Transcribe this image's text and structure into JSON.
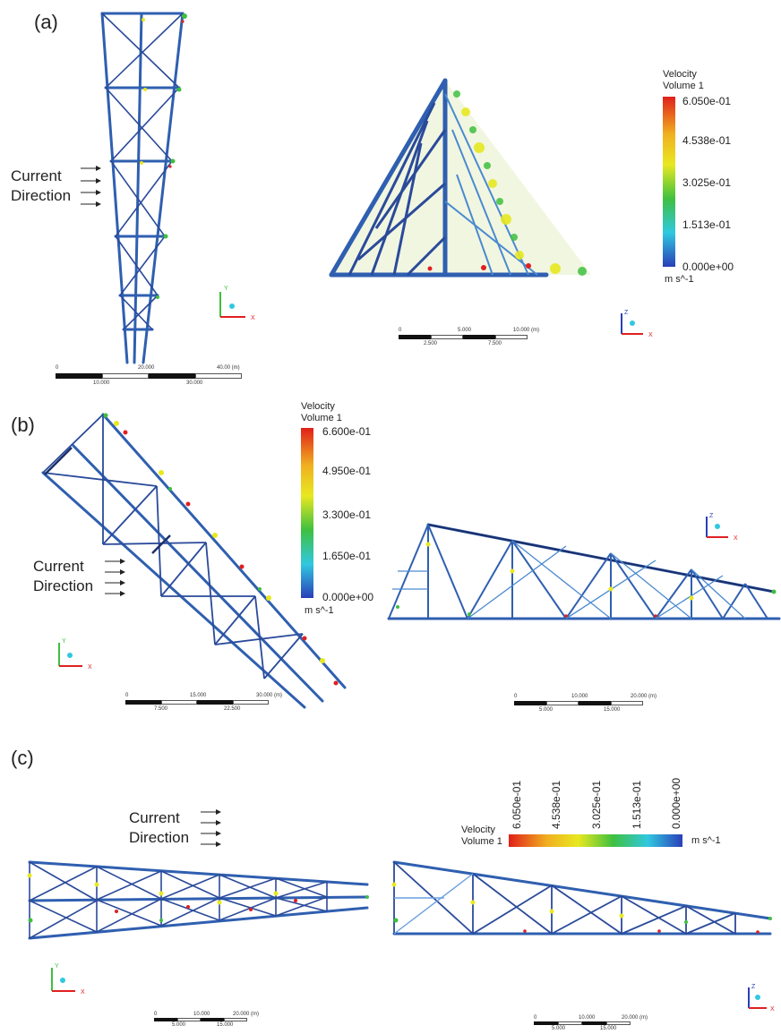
{
  "panels": {
    "a": {
      "label": "(a)"
    },
    "b": {
      "label": "(b)"
    },
    "c": {
      "label": "(c)"
    }
  },
  "current": {
    "line1": "Current",
    "line2": "Direction"
  },
  "legends": {
    "a": {
      "title1": "Velocity",
      "title2": "Volume 1",
      "ticks": [
        "6.050e-01",
        "4.538e-01",
        "3.025e-01",
        "1.513e-01",
        "0.000e+00"
      ],
      "unit": "m s^-1"
    },
    "b": {
      "title1": "Velocity",
      "title2": "Volume 1",
      "ticks": [
        "6.600e-01",
        "4.950e-01",
        "3.300e-01",
        "1.650e-01",
        "0.000e+00"
      ],
      "unit": "m s^-1"
    },
    "c": {
      "title1": "Velocity",
      "title2": "Volume 1",
      "ticks": [
        "6.050e-01",
        "4.538e-01",
        "3.025e-01",
        "1.513e-01",
        "0.000e+00"
      ],
      "unit": "m s^-1"
    }
  },
  "scalebars": {
    "a_left": {
      "top": [
        "0",
        "20.000",
        "40.00 (m)"
      ],
      "bottom": [
        "10.000",
        "30.000"
      ]
    },
    "a_right": {
      "top": [
        "0",
        "5.000",
        "10.000 (m)"
      ],
      "bottom": [
        "2.500",
        "7.500"
      ]
    },
    "b_left": {
      "top": [
        "0",
        "15.000",
        "30.000 (m)"
      ],
      "bottom": [
        "7.500",
        "22.500"
      ]
    },
    "b_right": {
      "top": [
        "0",
        "10.000",
        "20.000 (m)"
      ],
      "bottom": [
        "5.000",
        "15.000"
      ]
    },
    "c_left": {
      "top": [
        "0",
        "10.000",
        "20.000 (m)"
      ],
      "bottom": [
        "5.000",
        "15.000"
      ]
    },
    "c_right": {
      "top": [
        "0",
        "10.000",
        "20.000 (m)"
      ],
      "bottom": [
        "5.000",
        "15.000"
      ]
    }
  },
  "axes": {
    "x": "X",
    "y": "Y",
    "z": "Z"
  },
  "colors": {
    "structure": "#2f5fb0",
    "structure_dark": "#1b2f6a",
    "low": "#2a3fb8",
    "mid": "#3fbf3f",
    "high": "#e02020",
    "yellow": "#f0e020",
    "cyan": "#30c8e0"
  }
}
